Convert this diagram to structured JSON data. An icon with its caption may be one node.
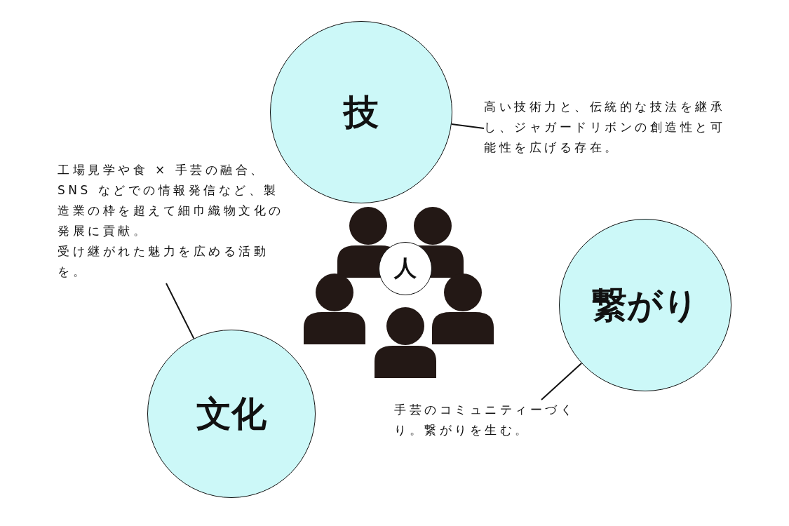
{
  "diagram": {
    "nodes": [
      {
        "text": [
          "技"
        ]
      },
      {
        "text": [
          "高い技術力と、伝統的な技法を継承し、ジャガードリボンの創造性と可能性を広げる存在。"
        ]
      },
      {
        "text": [
          "文化"
        ]
      },
      {
        "text": [
          "工場見学や食 × 手芸の融合、SNS などでの情報発信など、製造業の枠を超えて細巾織物文化の発展に貢献。",
          "受け継がれた魅力を広める活動を。"
        ]
      },
      {
        "text": [
          "繋がり"
        ]
      },
      {
        "text": [
          "手芸のコミュニティーづくり。繋がりを生む。"
        ]
      },
      {
        "text": [
          "人"
        ]
      }
    ],
    "edges": [
      {
        "from": 0,
        "to": 1,
        "arrow": "none"
      },
      {
        "from": 2,
        "to": 3,
        "arrow": "none"
      },
      {
        "from": 4,
        "to": 5,
        "arrow": "none"
      }
    ]
  }
}
